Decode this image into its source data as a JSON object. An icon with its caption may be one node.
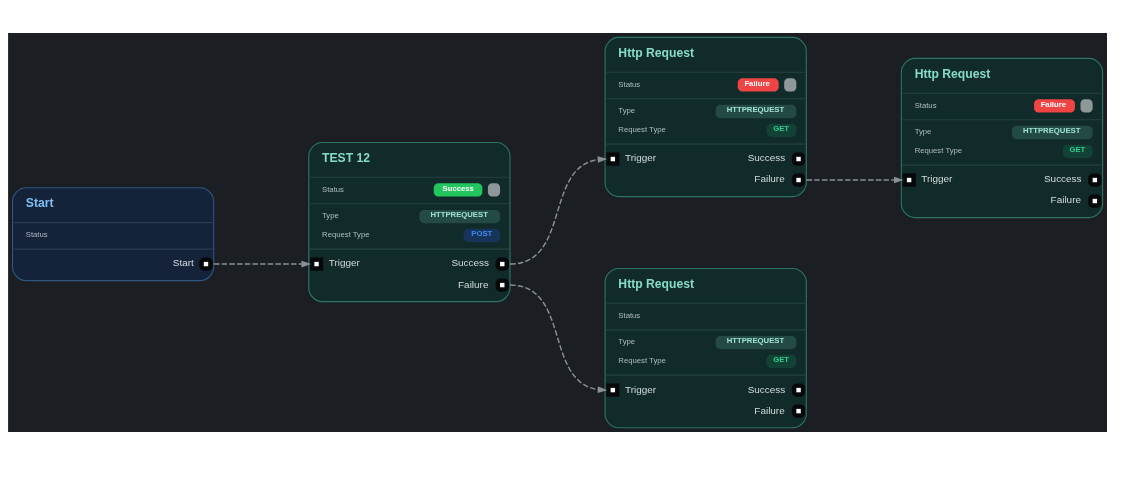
{
  "diagram": {
    "nodes": [
      {
        "text": [
          "Start",
          "Status",
          "Start"
        ]
      },
      {
        "text": [
          "TEST 12",
          "Status",
          "Success",
          "Type",
          "HTTPREQUEST",
          "Request Type",
          "POST",
          "Trigger",
          "Success",
          "Failure"
        ]
      },
      {
        "text": [
          "Http Request",
          "Status",
          "Failure",
          "Type",
          "HTTPREQUEST",
          "Request Type",
          "GET",
          "Trigger",
          "Success",
          "Failure"
        ]
      },
      {
        "text": [
          "Http Request",
          "Status",
          "Type",
          "HTTPREQUEST",
          "Request Type",
          "GET",
          "Trigger",
          "Success",
          "Failure"
        ]
      },
      {
        "text": [
          "Http Request",
          "Status",
          "Failure",
          "Type",
          "HTTPREQUEST",
          "Request Type",
          "GET",
          "Trigger",
          "Success",
          "Failure"
        ]
      }
    ],
    "edges": [
      {
        "from": 0,
        "to": 1,
        "arrow": "to",
        "style": "dashed"
      },
      {
        "from": 1,
        "to": 2,
        "arrow": "to",
        "style": "dashed"
      },
      {
        "from": 1,
        "to": 3,
        "arrow": "to",
        "style": "dashed"
      },
      {
        "from": 2,
        "to": 4,
        "arrow": "to",
        "style": "dashed"
      }
    ]
  }
}
